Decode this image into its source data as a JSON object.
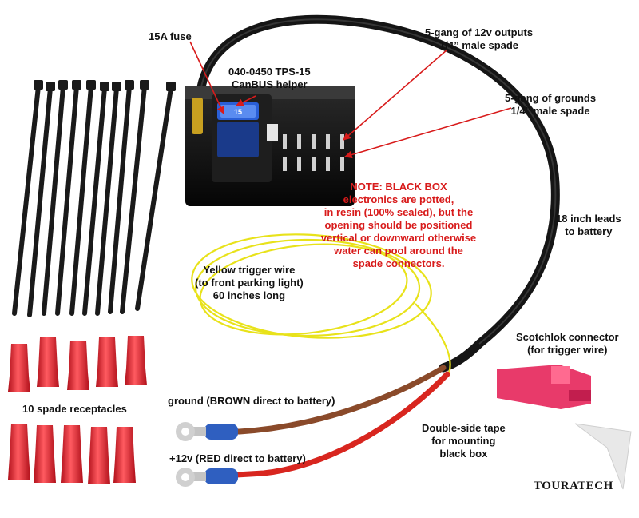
{
  "labels": {
    "fuse": "15A fuse",
    "helper_line1": "040-0450 TPS-15",
    "helper_line2": "CanBUS helper",
    "outputs_line1": "5-gang of 12v outputs",
    "outputs_line2": "1/4” male spade",
    "grounds_line1": "5-gang of grounds",
    "grounds_line2": "1/4” male spade",
    "leads_line1": "18 inch leads",
    "leads_line2": "to battery",
    "trigger_line1": "Yellow trigger wire",
    "trigger_line2": "(to front parking light)",
    "trigger_line3": "60 inches long",
    "scotchlok_line1": "Scotchlok connector",
    "scotchlok_line2": "(for trigger wire)",
    "spade_receptacles": "10 spade receptacles",
    "ground": "ground (BROWN direct to battery)",
    "positive": "+12v (RED direct to battery)",
    "tape_line1": "Double-side tape",
    "tape_line2": "for mounting",
    "tape_line3": "black box",
    "fuse_value": "15"
  },
  "note": [
    "NOTE:  BLACK BOX",
    "electronics are potted,",
    "in resin (100% sealed), but the",
    "opening should be positioned",
    "vertical or downward otherwise",
    "water can pool around the",
    "spade connectors."
  ],
  "brand": "TOURATECH",
  "colors": {
    "note_text": "#d81b1b",
    "arrow": "#d81b1b",
    "box": "#121212",
    "fuse": "#2a5fd6",
    "yellow_wire": "#e8e21a",
    "brown_wire": "#8a4a2a",
    "red_wire": "#d8261f",
    "receptacle": "#e0242c",
    "scotchlok": "#e83a6a",
    "ring_insulator": "#2f5fc0"
  }
}
